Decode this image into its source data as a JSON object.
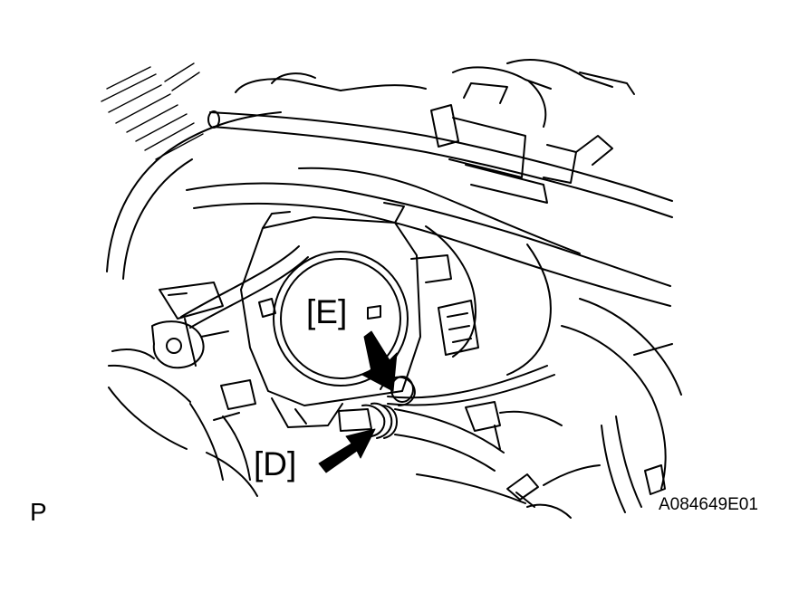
{
  "labels": {
    "e": "[E]",
    "d": "[D]"
  },
  "corner_mark": "P",
  "figure_id": "A084649E01",
  "colors": {
    "line": "#000000",
    "background": "#ffffff"
  },
  "icons": {
    "arrow_e": "arrow-down-right-icon",
    "arrow_d": "arrow-up-right-icon"
  }
}
